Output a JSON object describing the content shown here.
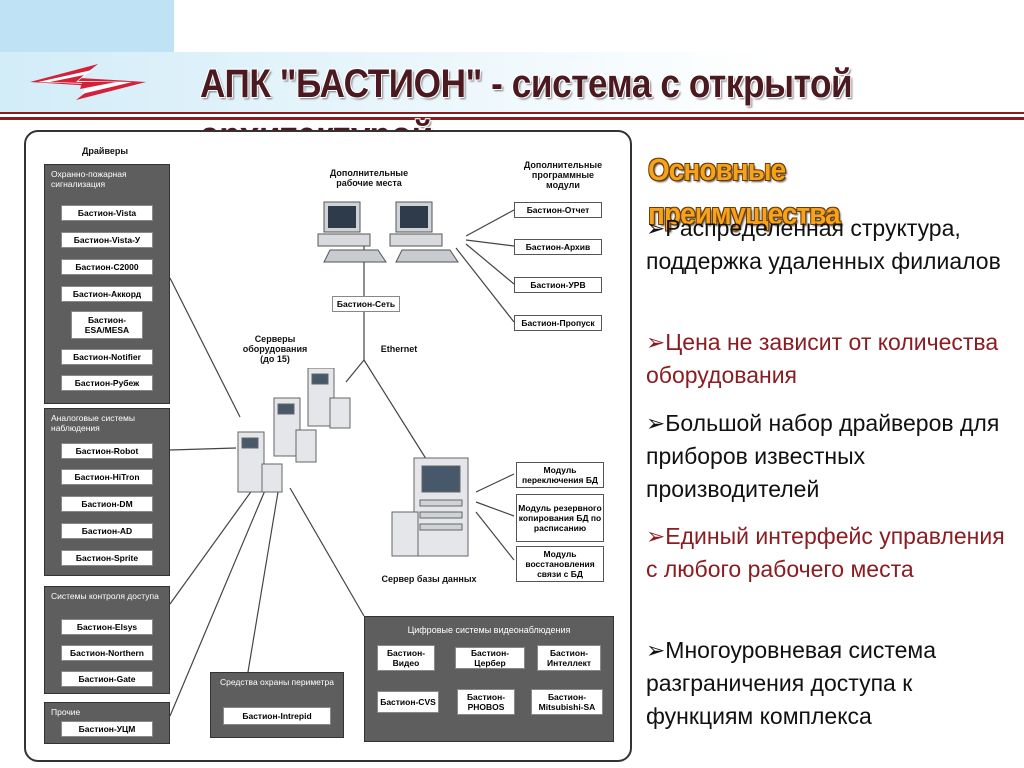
{
  "header": {
    "title": "АПК \"БАСТИОН\" - система с открытой архитектурой",
    "colors": {
      "banner": "#cfeaf7",
      "title": "#4b1920",
      "line": "#8a1d22",
      "logo": "#d4213a"
    }
  },
  "diagram": {
    "drivers_label": "Драйверы",
    "groups": [
      {
        "title": "Охранно-пожарная сигнализация",
        "items": [
          "Бастион-Vista",
          "Бастион-Vista-У",
          "Бастион-С2000",
          "Бастион-Аккорд",
          "Бастион-ESA/MESA",
          "Бастион-Notifier",
          "Бастион-Рубеж"
        ]
      },
      {
        "title": "Аналоговые системы наблюдения",
        "items": [
          "Бастион-Robot",
          "Бастион-HiTron",
          "Бастион-DM",
          "Бастион-AD",
          "Бастион-Sprite"
        ]
      },
      {
        "title": "Системы контроля доступа",
        "items": [
          "Бастион-Elsys",
          "Бастион-Northern",
          "Бастион-Gate"
        ]
      },
      {
        "title": "Прочие",
        "items": [
          "Бастион-УЦМ"
        ]
      }
    ],
    "perimeter": {
      "title": "Средства охраны периметра",
      "items": [
        "Бастион-Intrepid"
      ]
    },
    "video": {
      "title": "Цифровые системы видеонаблюдения",
      "items": [
        "Бастион-Видео",
        "Бастион-Цербер",
        "Бастион-Интеллект",
        "Бастион-CVS",
        "Бастион-PHOBOS",
        "Бастион-Mitsubishi-SA"
      ]
    },
    "workplaces_label": "Дополнительные рабочие места",
    "modules_label": "Дополнительные программные модули",
    "modules": [
      "Бастион-Отчет",
      "Бастион-Архив",
      "Бастион-УРВ",
      "Бастион-Пропуск"
    ],
    "network_node": "Бастион-Сеть",
    "ethernet_label": "Ethernet",
    "servers_label": "Серверы оборудования (до 15)",
    "db_server_label": "Сервер базы данных",
    "db_modules": [
      "Модуль переключения БД",
      "Модуль резервного копирования БД по расписанию",
      "Модуль восстановления связи с БД"
    ]
  },
  "advantages": {
    "title": "Основные преимущества",
    "items": [
      {
        "text": "Распределенная структура, поддержка удаленных филиалов",
        "color": "#111111"
      },
      {
        "text": "Цена не зависит от количества оборудования",
        "color": "#8a1d22"
      },
      {
        "text": "Большой набор драйверов для приборов известных производителей",
        "color": "#111111"
      },
      {
        "text": "Единый интерфейс управления с любого рабочего места",
        "color": "#8a1d22"
      },
      {
        "text": "Многоуровневая система разграничения доступа к функциям комплекса",
        "color": "#111111"
      }
    ]
  }
}
